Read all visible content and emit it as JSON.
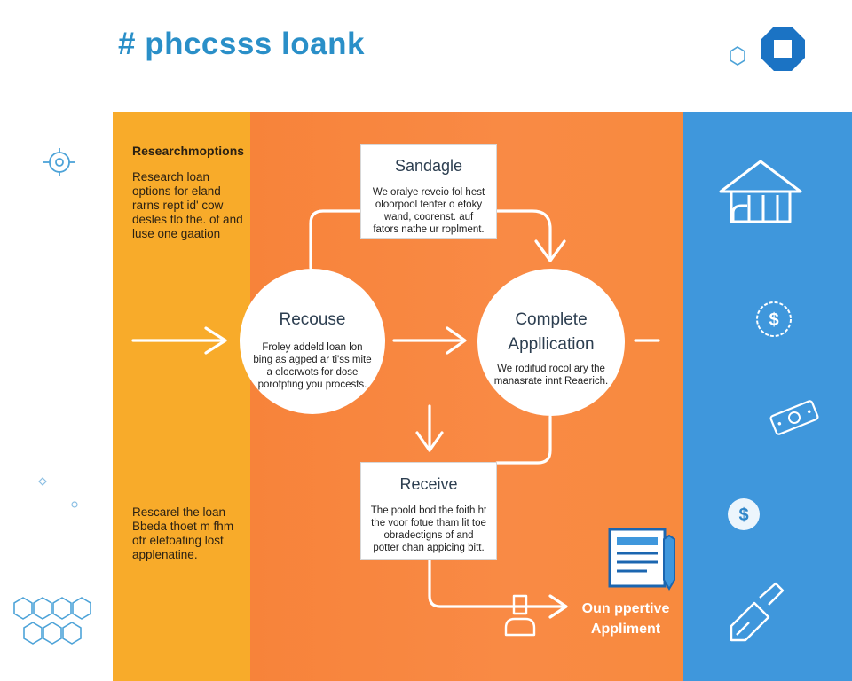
{
  "header": {
    "title": "# phccsss loank"
  },
  "colors": {
    "yellow": "#f8ab2a",
    "orange": "#f7833a",
    "blue": "#3f97dc",
    "title": "#2a8fc8"
  },
  "left_notes": {
    "top_heading": "Researchmoptions",
    "top_text": "Research loan options for eland rarns rept id' cow desles tlo the. of and luse one gaation",
    "bottom_text": "Rescarel the loan Bbeda thoet m fhm ofr elefoating lost applenatine."
  },
  "steps": {
    "sandagle": {
      "title": "Sandagle",
      "body": "We oralye reveio fol hest oloorpool tenfer o efoky wand, coorenst. auf fators nathe ur roplment."
    },
    "recouse": {
      "title": "Recouse",
      "body": "Froley addeld loan lon bing as agped ar ti'ss mite a elocrwots for dose porofpfing you procests."
    },
    "complete": {
      "title": "Complete",
      "title2": "Appllication",
      "body": "We rodifud rocol ary the manasrate innt Reaerich."
    },
    "receive": {
      "title": "Receive",
      "body": "The poold bod the foith ht the voor fotue tham lit toe obradectigns of and potter chan appicing bitt."
    }
  },
  "outcome": {
    "line1": "Oun ppertive",
    "line2": "Appliment"
  },
  "icons": [
    "gear-icon",
    "hexagon-icon",
    "logo-badge-icon",
    "bank-building-icon",
    "dollar-circle-icon",
    "money-bill-icon",
    "dollar-coin-icon",
    "pen-sign-icon",
    "document-icon",
    "person-icon",
    "hexagon-pattern-icon"
  ]
}
